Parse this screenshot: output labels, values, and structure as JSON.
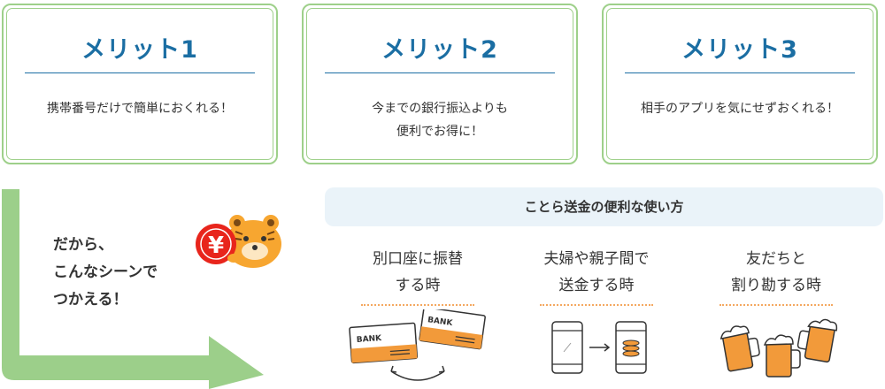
{
  "benefits": [
    {
      "title": "メリット1",
      "description": "携帯番号だけで簡単におくれる！"
    },
    {
      "title": "メリット2",
      "description": "今までの銀行振込よりも\n便利でお得に！"
    },
    {
      "title": "メリット3",
      "description": "相手のアプリを気にせずおくれる！"
    }
  ],
  "catchphrase": "だから、\nこんなシーンで\nつかえる！",
  "howto": {
    "heading": "ことら送金の便利な使い方",
    "scenes": [
      {
        "title": "別口座に振替\nする時",
        "bank_label": "BANK"
      },
      {
        "title": "夫婦や親子間で\n送金する時"
      },
      {
        "title": "友だちと\n割り勘する時"
      }
    ]
  },
  "mascot": {
    "symbol": "¥"
  },
  "colors": {
    "card_border": "#9ed08a",
    "title_blue": "#1b6ea3",
    "arrow_green": "#9ccf8a",
    "accent_orange": "#f29a3a",
    "howto_bar_bg": "#eaf3f9"
  }
}
